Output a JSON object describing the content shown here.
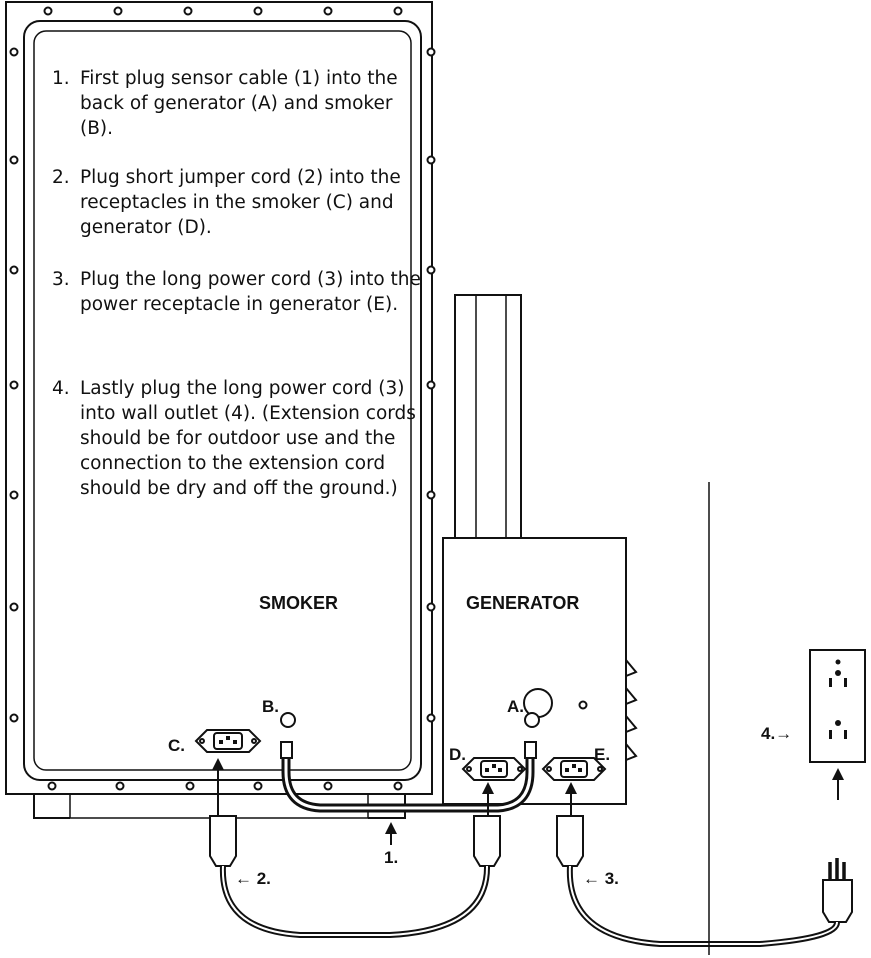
{
  "instructions": [
    {
      "num": "1.",
      "text": "First plug sensor cable (1) into the back of generator (A) and smoker (B)."
    },
    {
      "num": "2.",
      "text": "Plug short jumper cord (2) into the receptacles in the smoker (C) and generator (D)."
    },
    {
      "num": "3.",
      "text": "Plug the long power cord (3) into the power receptacle in generator (E)."
    },
    {
      "num": "4.",
      "text": "Lastly plug the long power cord (3) into wall outlet (4). (Extension cords should be for outdoor use and the connection to the extension cord should be dry and off the ground.)"
    }
  ],
  "labels": {
    "smoker": "SMOKER",
    "generator": "GENERATOR",
    "a": "A.",
    "b": "B.",
    "c": "C.",
    "d": "D.",
    "e": "E.",
    "cable_1": "1.",
    "cord_2": "← 2.",
    "cord_3": "← 3.",
    "outlet_4": "4.→"
  }
}
